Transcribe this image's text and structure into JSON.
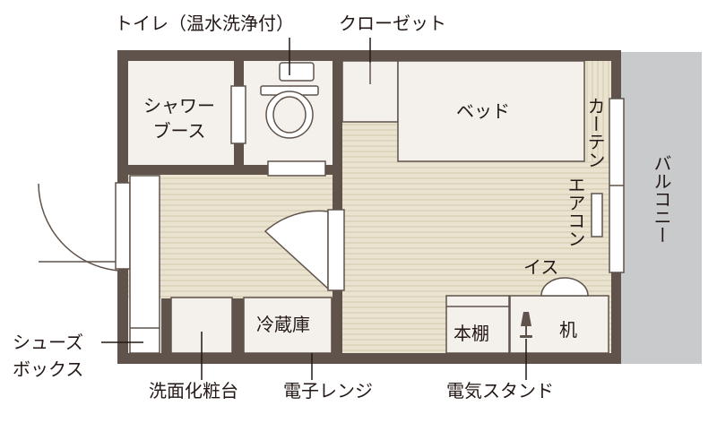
{
  "labels": {
    "toilet": "トイレ（温水洗浄付）",
    "closet": "クローゼット",
    "shower_line1": "シャワー",
    "shower_line2": "ブース",
    "bed": "ベッド",
    "curtain": "カーテン",
    "aircon": "エアコン",
    "balcony": "バルコニー",
    "chair": "イス",
    "bookshelf": "本棚",
    "desk": "机",
    "fridge": "冷蔵庫",
    "shoebox_line1": "シューズ",
    "shoebox_line2": "ボックス",
    "vanity": "洗面化粧台",
    "microwave": "電子レンジ",
    "desk_lamp": "電気スタンド"
  },
  "colors": {
    "wall": "#5f534b",
    "floor": "#e9e3cf",
    "floor_stripe": "#ddd5bd",
    "room": "#f4f1ec",
    "fixture_stroke": "#5f534b",
    "balcony": "#c9cacc",
    "text": "#231815"
  }
}
